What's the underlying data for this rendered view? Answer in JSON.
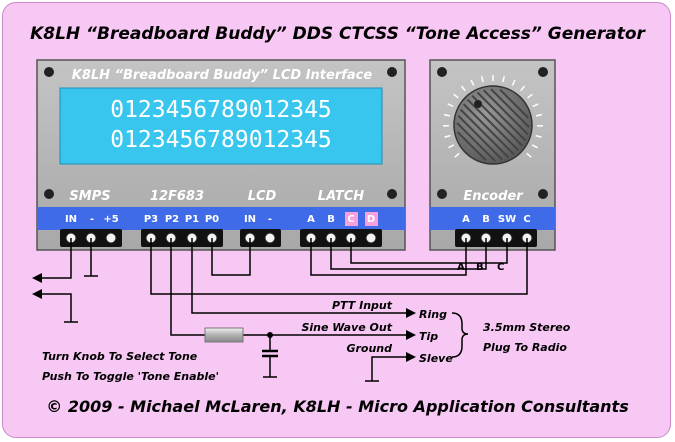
{
  "title": "K8LH “Breadboard Buddy” DDS CTCSS “Tone Access” Generator",
  "lcd_board": {
    "title": "K8LH “Breadboard Buddy” LCD Interface",
    "lcd_line1": "0123456789012345",
    "lcd_line2": "0123456789012345",
    "sections": {
      "smps": "SMPS",
      "pic": "12F683",
      "lcd": "LCD",
      "latch": "LATCH"
    },
    "pins": {
      "smps": [
        "IN",
        "-",
        "+5"
      ],
      "pic": [
        "P3",
        "P2",
        "P1",
        "P0"
      ],
      "lcd": [
        "IN",
        "-"
      ],
      "latch": [
        "A",
        "B",
        "C",
        "D"
      ]
    }
  },
  "encoder_board": {
    "label": "Encoder",
    "pins": [
      "A",
      "B",
      "SW",
      "C"
    ],
    "wire_labels": [
      "A",
      "B",
      "C"
    ]
  },
  "signals": {
    "ptt": "PTT Input",
    "sine": "Sine Wave Out",
    "ground": "Ground"
  },
  "plug": {
    "contacts": [
      "Ring",
      "Tip",
      "Sleve"
    ],
    "label_line1": "3.5mm Stereo",
    "label_line2": "Plug To Radio"
  },
  "instructions": {
    "line1": "Turn Knob To Select Tone",
    "line2": "Push To Toggle 'Tone Enable'"
  },
  "footer": "© 2009 - Michael McLaren, K8LH - Micro Application Consultants",
  "colors": {
    "background": "#f7c8f4",
    "board": "#b4b4b4",
    "pin_strip": "#3f6be8",
    "lcd": "#38c6ee",
    "highlight_pin": "#f7a0dc"
  }
}
